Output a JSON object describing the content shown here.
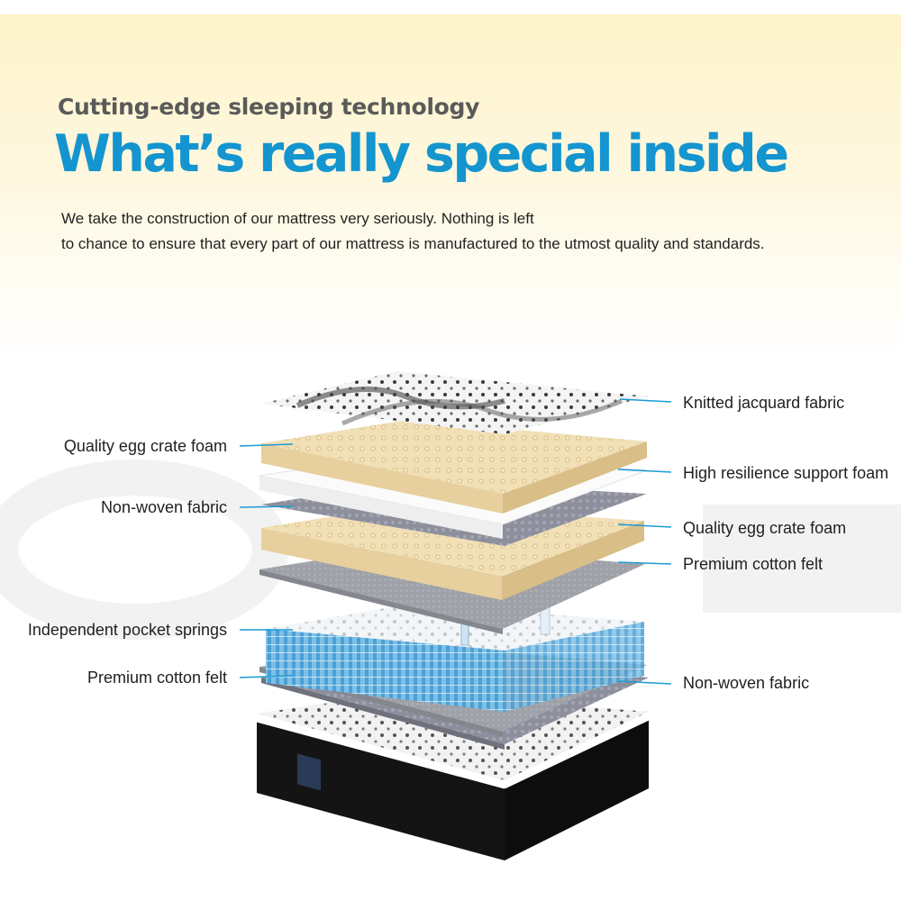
{
  "header": {
    "eyebrow": "Cutting-edge sleeping technology",
    "headline": "What’s really special inside",
    "intro_line1": "We take the construction of our mattress very seriously. Nothing is left",
    "intro_line2": "to chance to ensure that every part of our mattress is manufactured to the utmost quality and standards."
  },
  "layers_right": [
    "Knitted jacquard fabric",
    "High resilience support foam",
    "Quality egg crate foam",
    "Premium cotton felt",
    "Non-woven fabric"
  ],
  "layers_left": [
    "Quality egg crate foam",
    "Non-woven fabric",
    "Independent pocket springs",
    "Premium cotton felt"
  ],
  "colors": {
    "accent_blue": "#1495cf",
    "leader_line": "#1a9bd3",
    "foam_cream": "#f1dfb6",
    "felt_gray": "#9e9fa6",
    "spring_blue": "#6fb8e3",
    "base_black": "#111111"
  }
}
